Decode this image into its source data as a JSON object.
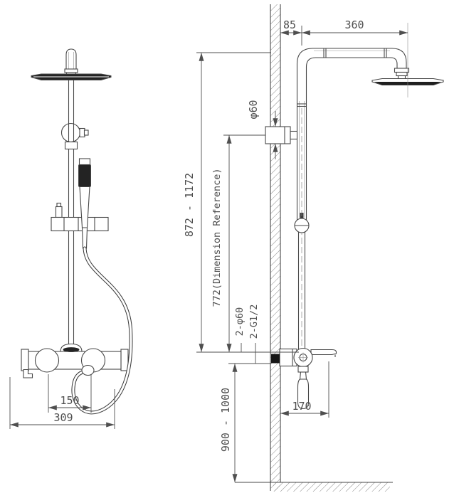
{
  "colors": {
    "line": "#474747",
    "dimension": "#4f4f4f",
    "dark_fill": "#232323",
    "hatch": "#7a7a7a",
    "background": "#ffffff"
  },
  "front_view": {
    "dim_handle_spacing": "150",
    "dim_body_width": "309"
  },
  "side_view": {
    "dim_wall_to_riser": "85",
    "dim_arm_reach": "360",
    "dim_bracket_diameter": "φ60",
    "dim_overall_height_range": "872 - 1172",
    "dim_reference_height": "772(Dimension Reference)",
    "dim_inlet_holes": "2-φ60",
    "dim_inlet_thread": "2-G1/2",
    "dim_spout_reach": "170",
    "dim_valve_mount_height": "900 - 1000"
  }
}
